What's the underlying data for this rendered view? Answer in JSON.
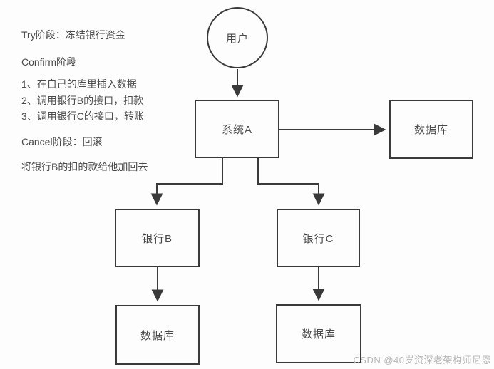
{
  "diagram": {
    "notes": {
      "try_phase": "Try阶段：冻结银行资金",
      "confirm_phase": "Confirm阶段",
      "step1": "1、在自己的库里插入数据",
      "step2": "2、调用银行B的接口，扣款",
      "step3": "3、调用银行C的接口，转账",
      "cancel_phase": "Cancel阶段：回滚",
      "rollback_note": "将银行B的扣的款给他加回去"
    },
    "nodes": {
      "user": "用户",
      "system_a": "系统A",
      "database_right": "数据库",
      "bank_b": "银行B",
      "bank_c": "银行C",
      "database_bank_b": "数据库",
      "database_bank_c": "数据库"
    },
    "watermark": "CSDN @40岁资深老架构师尼恩",
    "colors": {
      "line": "#3a3a3a",
      "text": "#4a4a4a",
      "background": "#fdfdfd",
      "watermark": "#b7b7b7"
    }
  }
}
